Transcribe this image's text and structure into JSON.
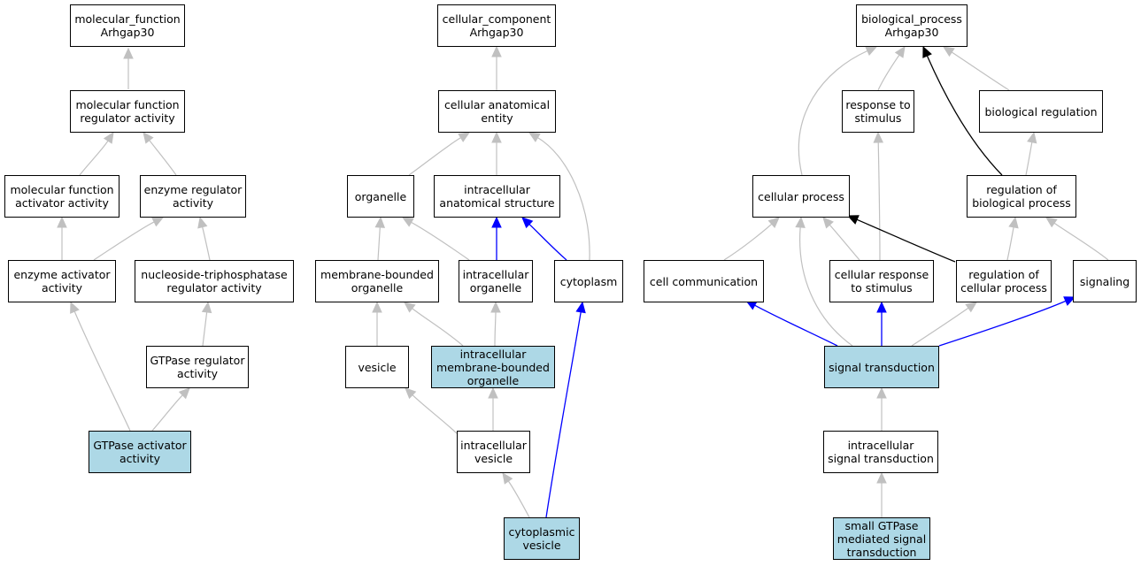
{
  "colors": {
    "highlight": "#add8e6",
    "edge_gray": "#c0c0c0",
    "edge_blue": "#0000ff",
    "edge_black": "#000000"
  },
  "nodes": {
    "mf_root": {
      "label": "molecular_function\nArhgap30"
    },
    "mf_reg": {
      "label": "molecular function\nregulator activity"
    },
    "mf_act": {
      "label": "molecular function\nactivator activity"
    },
    "enz_reg": {
      "label": "enzyme regulator\nactivity"
    },
    "enz_act": {
      "label": "enzyme activator\nactivity"
    },
    "ntp_reg": {
      "label": "nucleoside-triphosphatase\nregulator activity"
    },
    "gtp_reg": {
      "label": "GTPase regulator\nactivity"
    },
    "gtp_act": {
      "label": "GTPase activator\nactivity",
      "highlighted": true
    },
    "cc_root": {
      "label": "cellular_component\nArhgap30"
    },
    "cae": {
      "label": "cellular anatomical\nentity"
    },
    "organelle": {
      "label": "organelle"
    },
    "ias": {
      "label": "intracellular\nanatomical structure"
    },
    "mbo": {
      "label": "membrane-bounded\norganelle"
    },
    "io": {
      "label": "intracellular\norganelle"
    },
    "cytoplasm": {
      "label": "cytoplasm"
    },
    "vesicle": {
      "label": "vesicle"
    },
    "imbo": {
      "label": "intracellular\nmembrane-bounded\norganelle",
      "highlighted": true
    },
    "iv": {
      "label": "intracellular\nvesicle"
    },
    "cv": {
      "label": "cytoplasmic\nvesicle",
      "highlighted": true
    },
    "bp_root": {
      "label": "biological_process\nArhgap30"
    },
    "rts": {
      "label": "response to\nstimulus"
    },
    "breg": {
      "label": "biological regulation"
    },
    "cp": {
      "label": "cellular process"
    },
    "rbp": {
      "label": "regulation of\nbiological process"
    },
    "cc": {
      "label": "cell communication"
    },
    "crs": {
      "label": "cellular response\nto stimulus"
    },
    "rcp": {
      "label": "regulation of\ncellular process"
    },
    "sig": {
      "label": "signaling"
    },
    "st": {
      "label": "signal transduction",
      "highlighted": true
    },
    "ist": {
      "label": "intracellular\nsignal transduction"
    },
    "sgmst": {
      "label": "small GTPase\nmediated signal\ntransduction",
      "highlighted": true
    }
  },
  "edges": [
    {
      "from": "mf_reg",
      "to": "mf_root",
      "color": "gray"
    },
    {
      "from": "mf_act",
      "to": "mf_reg",
      "color": "gray"
    },
    {
      "from": "enz_reg",
      "to": "mf_reg",
      "color": "gray"
    },
    {
      "from": "enz_act",
      "to": "mf_act",
      "color": "gray"
    },
    {
      "from": "enz_act",
      "to": "enz_reg",
      "color": "gray"
    },
    {
      "from": "ntp_reg",
      "to": "enz_reg",
      "color": "gray"
    },
    {
      "from": "gtp_reg",
      "to": "ntp_reg",
      "color": "gray"
    },
    {
      "from": "gtp_act",
      "to": "enz_act",
      "color": "gray"
    },
    {
      "from": "gtp_act",
      "to": "gtp_reg",
      "color": "gray"
    },
    {
      "from": "cae",
      "to": "cc_root",
      "color": "gray"
    },
    {
      "from": "organelle",
      "to": "cae",
      "color": "gray"
    },
    {
      "from": "ias",
      "to": "cae",
      "color": "gray"
    },
    {
      "from": "cytoplasm",
      "to": "cae",
      "color": "gray"
    },
    {
      "from": "mbo",
      "to": "organelle",
      "color": "gray"
    },
    {
      "from": "io",
      "to": "organelle",
      "color": "gray"
    },
    {
      "from": "io",
      "to": "ias",
      "color": "blue"
    },
    {
      "from": "cytoplasm",
      "to": "ias",
      "color": "blue"
    },
    {
      "from": "vesicle",
      "to": "mbo",
      "color": "gray"
    },
    {
      "from": "imbo",
      "to": "mbo",
      "color": "gray"
    },
    {
      "from": "imbo",
      "to": "io",
      "color": "gray"
    },
    {
      "from": "iv",
      "to": "vesicle",
      "color": "gray"
    },
    {
      "from": "iv",
      "to": "imbo",
      "color": "gray"
    },
    {
      "from": "cv",
      "to": "iv",
      "color": "gray"
    },
    {
      "from": "cv",
      "to": "cytoplasm",
      "color": "blue"
    },
    {
      "from": "cp",
      "to": "bp_root",
      "color": "gray"
    },
    {
      "from": "rts",
      "to": "bp_root",
      "color": "gray"
    },
    {
      "from": "breg",
      "to": "bp_root",
      "color": "gray"
    },
    {
      "from": "rbp",
      "to": "bp_root",
      "color": "black"
    },
    {
      "from": "rbp",
      "to": "breg",
      "color": "gray"
    },
    {
      "from": "cc",
      "to": "cp",
      "color": "gray"
    },
    {
      "from": "crs",
      "to": "cp",
      "color": "gray"
    },
    {
      "from": "crs",
      "to": "rts",
      "color": "gray"
    },
    {
      "from": "rcp",
      "to": "cp",
      "color": "black"
    },
    {
      "from": "rcp",
      "to": "rbp",
      "color": "gray"
    },
    {
      "from": "sig",
      "to": "rbp",
      "color": "gray"
    },
    {
      "from": "st",
      "to": "cc",
      "color": "blue"
    },
    {
      "from": "st",
      "to": "crs",
      "color": "blue"
    },
    {
      "from": "st",
      "to": "rcp",
      "color": "gray"
    },
    {
      "from": "st",
      "to": "sig",
      "color": "blue"
    },
    {
      "from": "st",
      "to": "cp",
      "color": "gray"
    },
    {
      "from": "ist",
      "to": "st",
      "color": "gray"
    },
    {
      "from": "sgmst",
      "to": "ist",
      "color": "gray"
    }
  ]
}
